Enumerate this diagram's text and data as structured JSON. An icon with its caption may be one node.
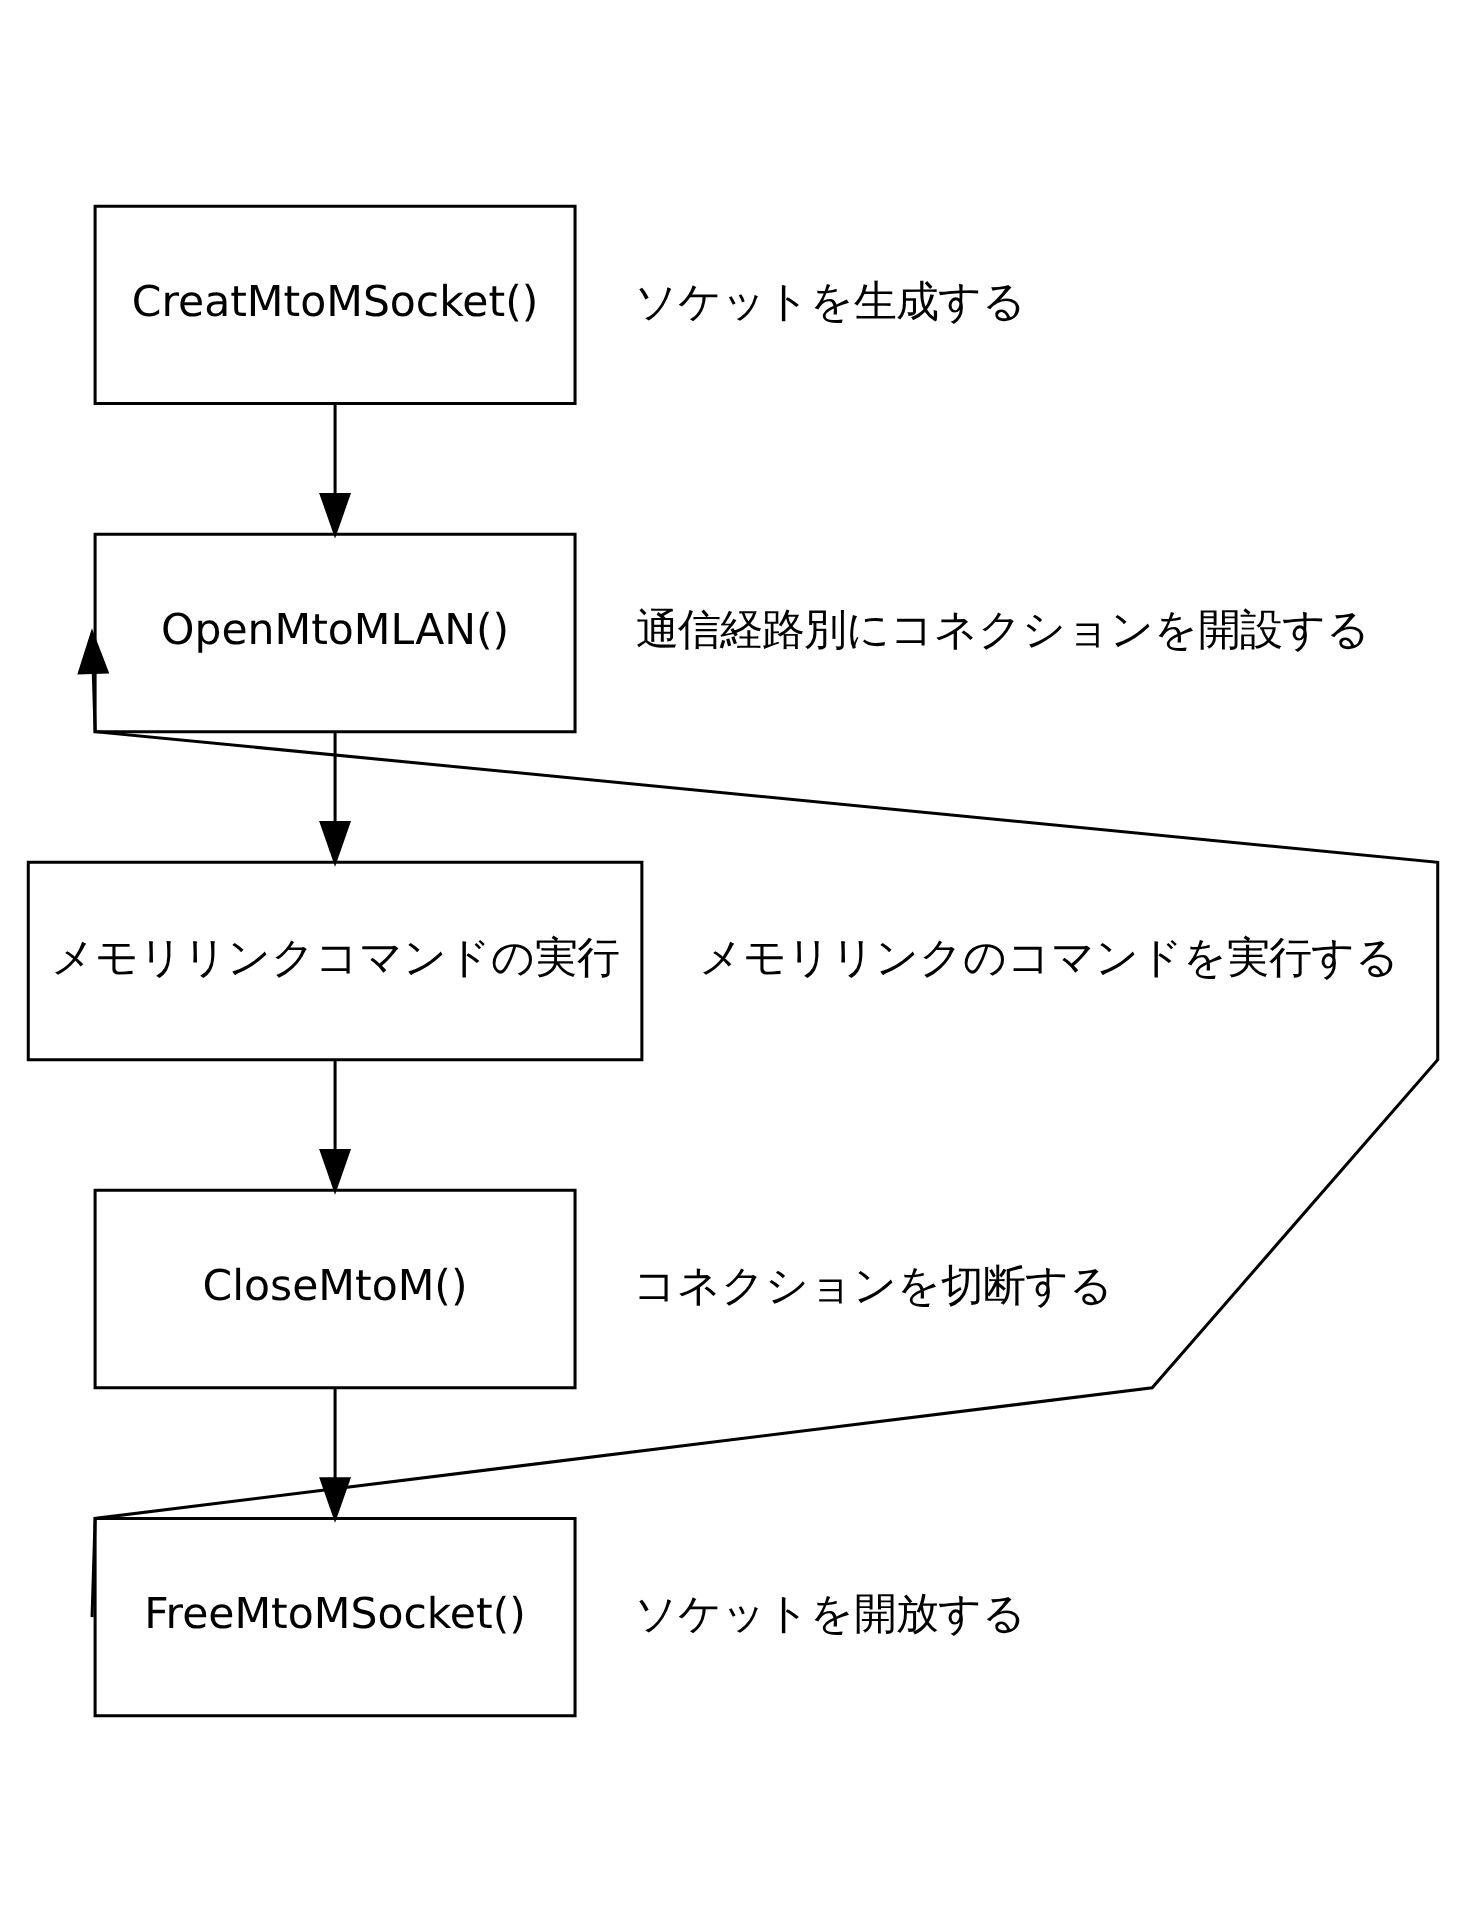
{
  "diagram": {
    "nodes": [
      {
        "text": [
          "CreatMtoMSocket()"
        ],
        "beside": [
          "ソケットを生成する"
        ]
      },
      {
        "text": [
          "OpenMtoMLAN()"
        ],
        "beside": [
          "通信経路別にコネクションを開設する"
        ]
      },
      {
        "text": [
          "メモリリンクコマンドの実行"
        ],
        "beside": [
          "メモリリンクのコマンドを実行する"
        ]
      },
      {
        "text": [
          "CloseMtoM()"
        ],
        "beside": [
          "コネクションを切断する"
        ]
      },
      {
        "text": [
          "FreeMtoMSocket()"
        ],
        "beside": [
          "ソケットを開放する"
        ]
      }
    ],
    "edges": [
      {
        "from": 0,
        "to": 1,
        "arrow": "to"
      },
      {
        "from": 1,
        "to": 2,
        "arrow": "to"
      },
      {
        "from": 2,
        "to": 3,
        "arrow": "to"
      },
      {
        "from": 3,
        "to": 4,
        "arrow": "to"
      },
      {
        "from": 4,
        "to": 1,
        "arrow": "to"
      }
    ]
  }
}
